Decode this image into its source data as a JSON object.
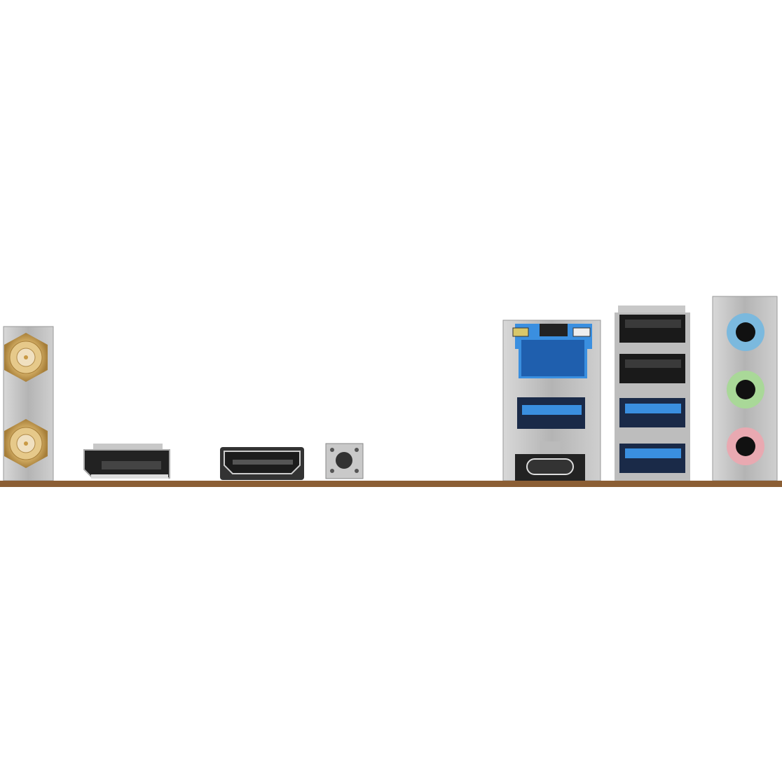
{
  "scene": {
    "subject": "motherboard-rear-io-panel",
    "colors": {
      "background": "#ffffff",
      "pcb_edge": "#8b5e34",
      "shield_silver": "#b8b8b8",
      "connector_black": "#1e1e1e",
      "usb3_blue": "#3a8fe0",
      "rj45_blue": "#2f7fd0",
      "antenna_gold": "#d9b46a",
      "audio_line_in": "#7bb9de",
      "audio_line_out": "#a9d898",
      "audio_mic": "#e9a9b1"
    },
    "components": [
      {
        "icon": "wifi-antenna-connector-icon",
        "count": 2
      },
      {
        "icon": "displayport-icon",
        "count": 1
      },
      {
        "icon": "hdmi-port-icon",
        "count": 1
      },
      {
        "icon": "push-button-icon",
        "count": 1
      },
      {
        "icon": "rj45-ethernet-port-icon",
        "count": 1
      },
      {
        "icon": "usb-a-port-icon",
        "count": 5
      },
      {
        "icon": "usb-c-port-icon",
        "count": 1
      },
      {
        "icon": "audio-jack-icon",
        "count": 3
      }
    ]
  }
}
